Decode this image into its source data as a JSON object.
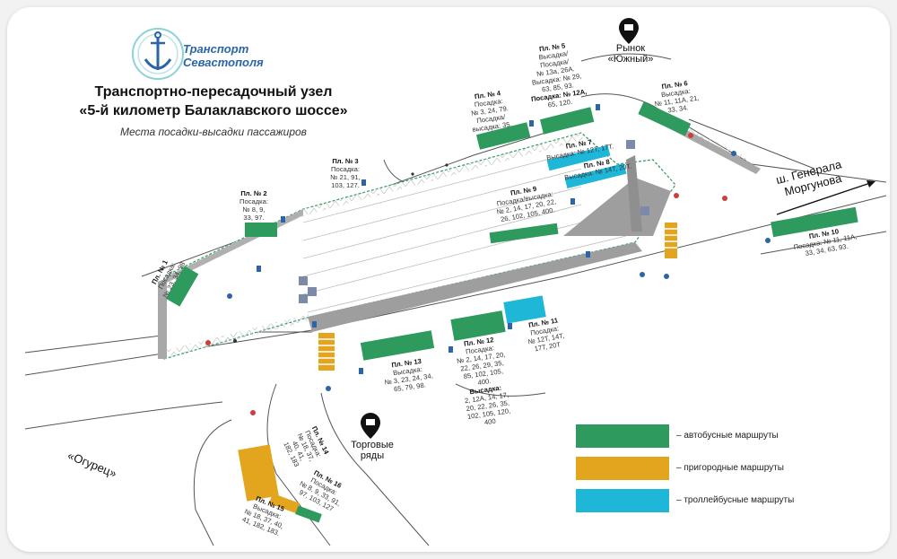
{
  "colors": {
    "bus": "#2e9a5d",
    "suburban": "#e2a51d",
    "trolleybus": "#1fb7d8",
    "logo": "#2b64a8"
  },
  "header": {
    "logo_icon": "anchor-icon",
    "logo_line1": "Транспорт",
    "logo_line2": "Севастополя",
    "title_line1": "Транспортно-пересадочный узел",
    "title_line2": "«5-й километр Балаклавского шоссе»",
    "subtitle": "Места посадки-высадки пассажиров"
  },
  "platforms": {
    "p1": {
      "name": "Пл. № 1",
      "text": "Посадка:\n№ 23, 34, 98"
    },
    "p2": {
      "name": "Пл. № 2",
      "text": "Посадка:\n№ 8, 9,\n33, 97."
    },
    "p3": {
      "name": "Пл. № 3",
      "text": "Посадка:\n№ 21, 91,\n103, 127."
    },
    "p4": {
      "name": "Пл. № 4",
      "text": "Посадка:\n№ 3, 24, 79.\nПосадка/\nвысадка: 35."
    },
    "p5": {
      "name": "Пл. № 5",
      "text": "Высадка/\nПосадка/\n№ 13а, 26А.\nВысадка: № 29,\n63, 85, 93.",
      "bold_text": "Посадка: № 12А,",
      "tail_text": "65, 120."
    },
    "p6": {
      "name": "Пл. № 6",
      "text": "Высадка:\n№ 11, 11А, 21,\n33, 34."
    },
    "p7": {
      "name": "Пл. № 7",
      "text": "Высадка: № 12Т, 17Т."
    },
    "p8": {
      "name": "Пл. № 8",
      "text": "Высадка: № 14Т, 20Т."
    },
    "p9": {
      "name": "Пл. № 9",
      "text": "Посадка/высадка:\n№ 2, 14, 17, 20, 22,\n26, 102, 105, 400."
    },
    "p10": {
      "name": "Пл. № 10",
      "text": "Посадка: № 11, 11А,\n33, 34, 63, 93."
    },
    "p11": {
      "name": "Пл. № 11",
      "text": "Посадка:\n№ 12Т, 14Т,\n17Т, 20Т"
    },
    "p12": {
      "name": "Пл. № 12",
      "text": "Посадка:\n№ 2, 14, 17, 20,\n22, 26, 29, 35,\n85, 102, 105,\n400.",
      "bold_text": "Высадка:",
      "tail_text": "2, 12А, 14, 17,\n20, 22, 26, 35,\n102, 105, 120,\n400"
    },
    "p13": {
      "name": "Пл. № 13",
      "text": "Высадка:\n№ 3, 23, 24, 34,\n65, 79, 98."
    },
    "p14": {
      "name": "Пл. № 14",
      "text": "Посадка:\n№ 18, 37,\n40, 41,\n182, 183"
    },
    "p15": {
      "name": "Пл. № 15",
      "text": "Высадка:\n№ 18, 37, 40,\n41, 182, 183."
    },
    "p16": {
      "name": "Пл. № 16",
      "text": "Посадка:\n№ 8, 9, 33, 91,\n97, 103, 127"
    }
  },
  "poi": {
    "market": {
      "icon": "market-icon",
      "line1": "Рынок",
      "line2": "«Южный»"
    },
    "trade": {
      "icon": "market-icon",
      "line1": "Торговые",
      "line2": "ряды"
    }
  },
  "roads": {
    "general": {
      "line1": "ш. Генерала",
      "line2": "Моргунова"
    },
    "ogurets": "«Огурец»"
  },
  "legend": [
    {
      "key": "bus",
      "label": "– автобусные маршруты"
    },
    {
      "key": "suburban",
      "label": "– пригородные маршруты"
    },
    {
      "key": "trolleybus",
      "label": "– троллейбусные маршруты"
    }
  ]
}
